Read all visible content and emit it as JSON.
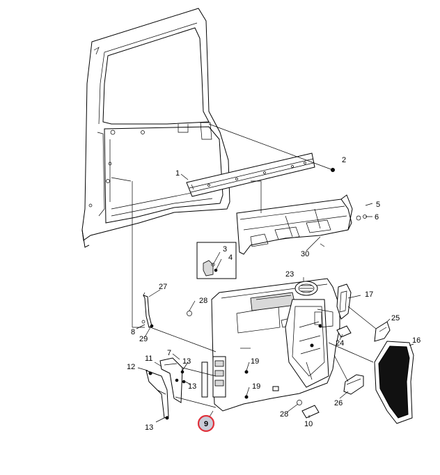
{
  "callouts": {
    "c1": "1",
    "c2": "2",
    "c3": "3",
    "c4": "4",
    "c5": "5",
    "c6": "6",
    "c7": "7",
    "c8": "8",
    "c9": "9",
    "c10": "10",
    "c11": "11",
    "c12": "12",
    "c13a": "13",
    "c13b": "13",
    "c13c": "13",
    "c16": "16",
    "c17": "17",
    "c19a": "19",
    "c19b": "19",
    "c23": "23",
    "c24": "24",
    "c25": "25",
    "c26": "26",
    "c27": "27",
    "c28a": "28",
    "c28b": "28",
    "c29": "29",
    "c30": "30"
  },
  "highlight": {
    "color": "#e0303a",
    "fill": "#c9ccd8"
  }
}
